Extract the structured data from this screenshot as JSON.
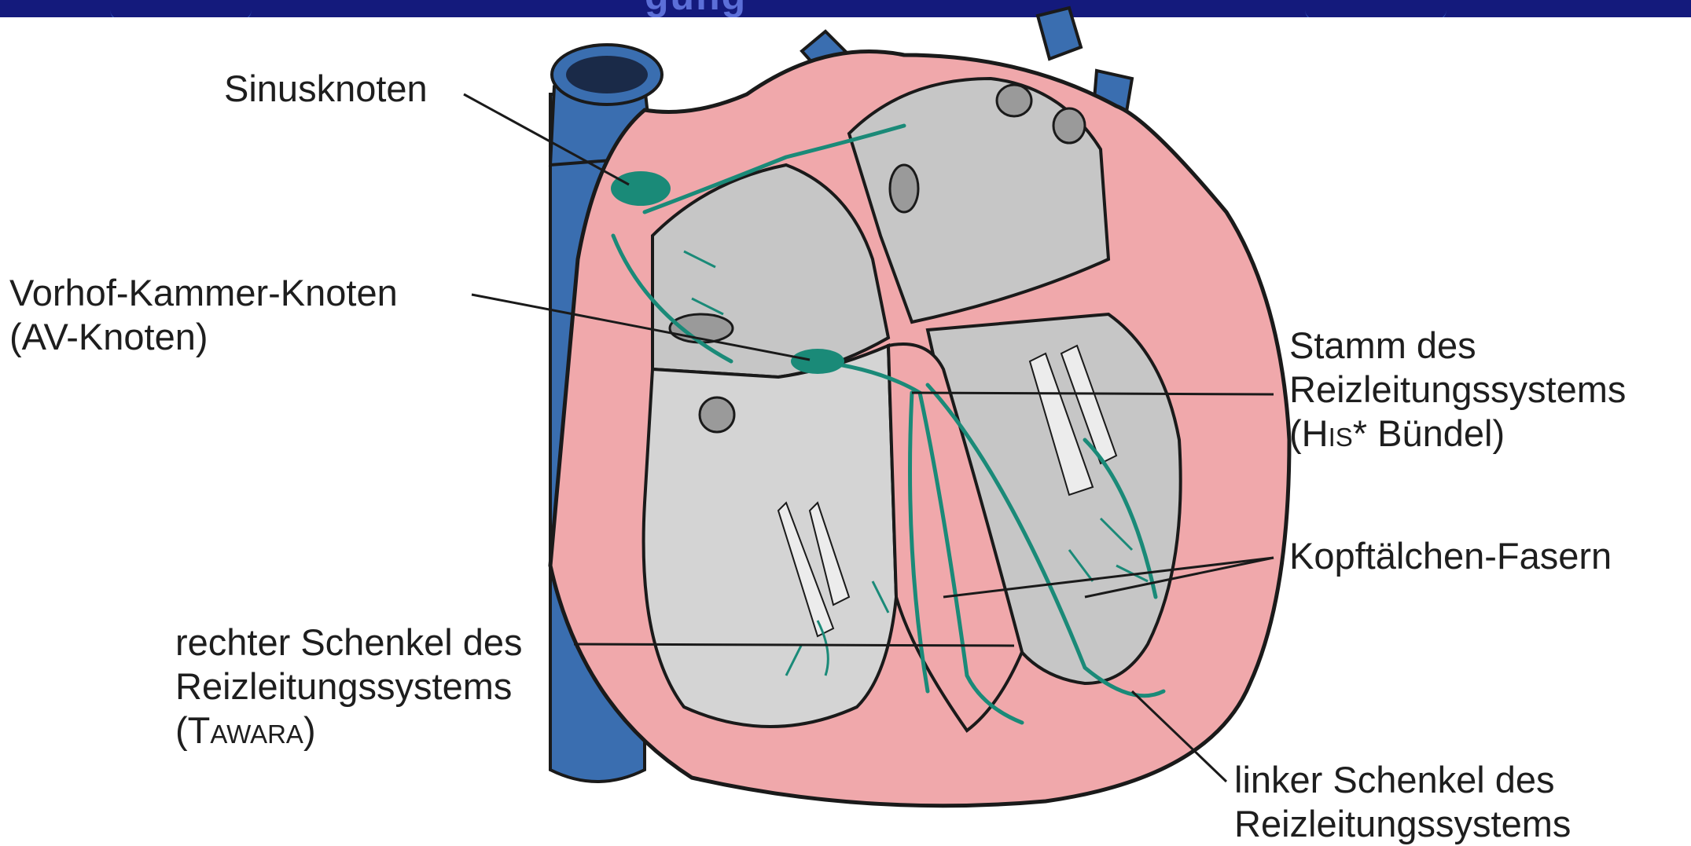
{
  "title_bar": {
    "text": "gung",
    "color": "#141a7c"
  },
  "colors": {
    "heart_wall": "#f0a8ab",
    "heart_outline": "#1a1a1a",
    "chamber": "#c6c6c6",
    "chamber_light": "#e6e6e6",
    "vessel": "#3a6eb0",
    "vessel_dark": "#234f86",
    "conduction": "#1a8a78",
    "label_text": "#1e1e1e"
  },
  "labels": {
    "sinus": "Sinusknoten",
    "av_line1": "Vorhof-Kammer-Knoten",
    "av_line2": "(AV-Knoten)",
    "his_line1": "Stamm des",
    "his_line2": "Reizleitungssystems",
    "his_line3_open": "(",
    "his_line3_name": "His",
    "his_line3_rest": "* Bündel)",
    "purkinje": "Kopftälchen-Fasern",
    "right_line1": "rechter Schenkel des",
    "right_line2": "Reizleitungssystems",
    "right_line3_open": "(",
    "right_line3_name": "Tawara",
    "right_line3_close": ")",
    "left_line1": "linker Schenkel des",
    "left_line2": "Reizleitungssystems"
  }
}
